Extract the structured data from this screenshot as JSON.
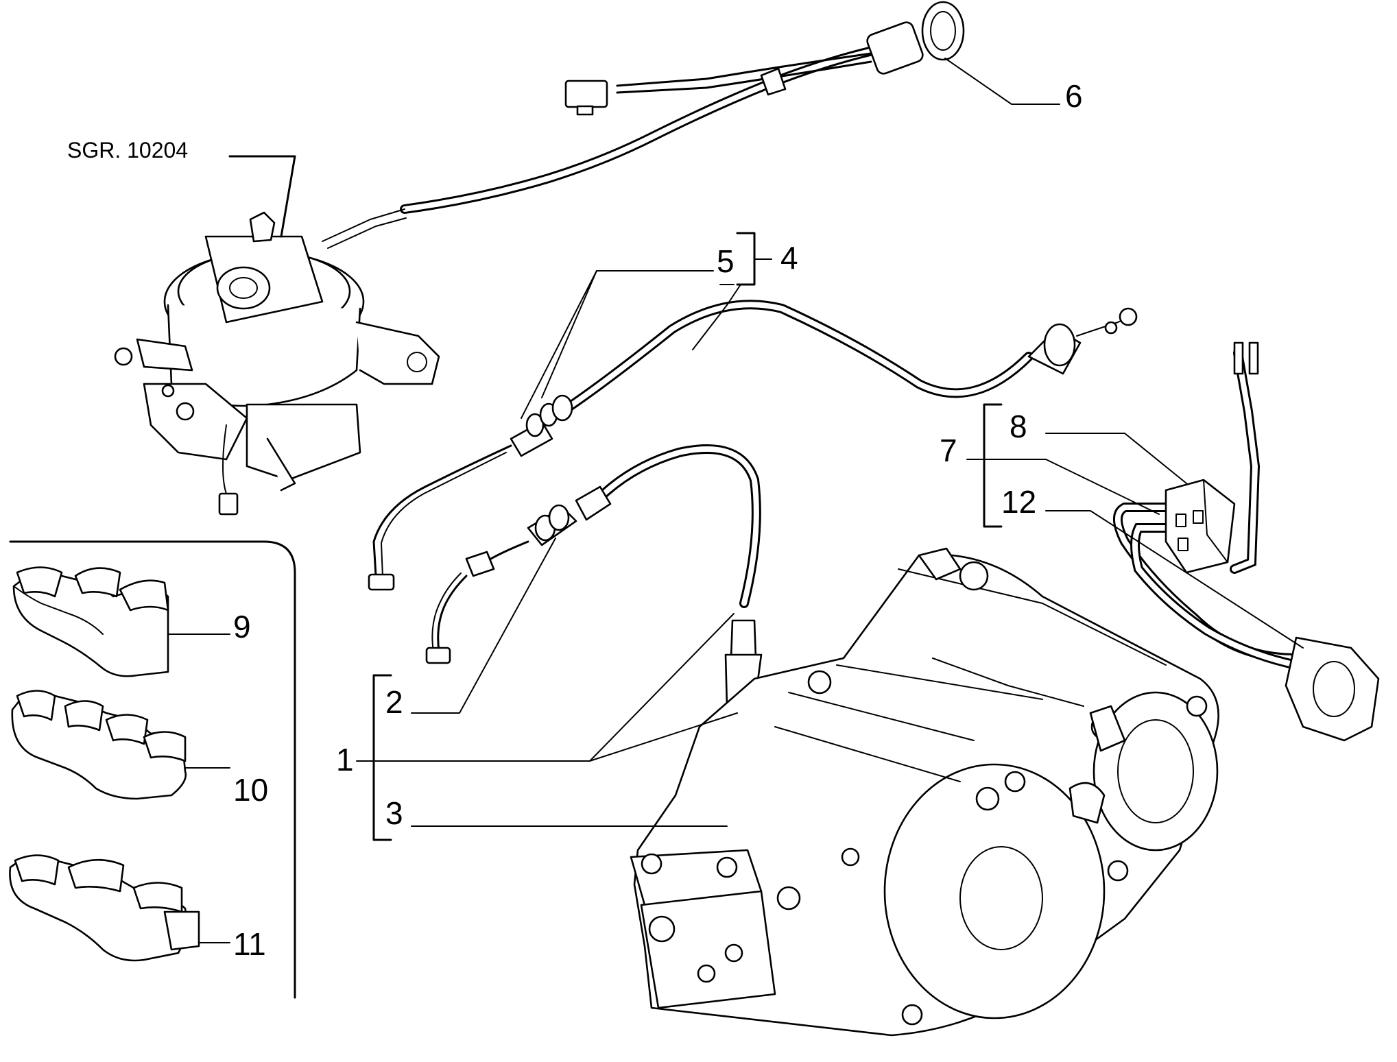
{
  "reference": "SGR. 10204",
  "labels": {
    "l1": "1",
    "l2": "2",
    "l3": "3",
    "l4": "4",
    "l5": "5",
    "l6": "6",
    "l7": "7",
    "l8": "8",
    "l9": "9",
    "l10": "10",
    "l11": "11",
    "l12": "12"
  }
}
